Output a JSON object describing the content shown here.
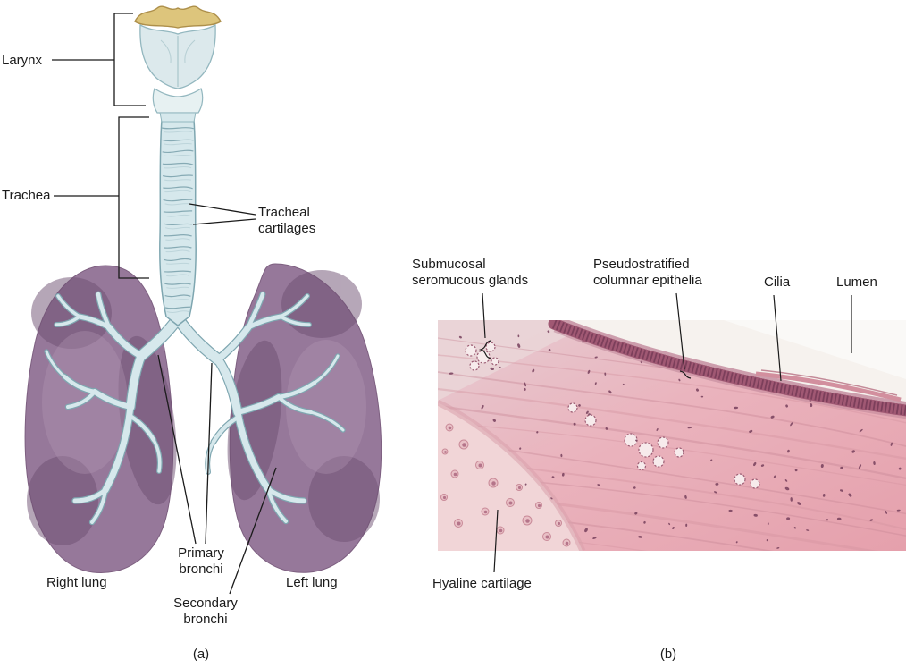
{
  "figure": {
    "panel_a": {
      "caption": "(a)",
      "labels": {
        "larynx": "Larynx",
        "trachea": "Trachea",
        "tracheal_cartilages": "Tracheal cartilages",
        "right_lung": "Right lung",
        "left_lung": "Left lung",
        "primary_bronchi": "Primary bronchi",
        "secondary_bronchi": "Secondary bronchi"
      }
    },
    "panel_b": {
      "caption": "(b)",
      "labels": {
        "submucosal_glands": "Submucosal seromucous glands",
        "pseudostratified": "Pseudostratified columnar epithelia",
        "cilia": "Cilia",
        "lumen": "Lumen",
        "hyaline_cartilage": "Hyaline cartilage"
      }
    },
    "colors": {
      "lung": "#96789a",
      "lung_shadow": "#6e4f72",
      "airway_fill": "#d6e8ec",
      "airway_outline": "#7ea6b0",
      "larynx_yellow": "#ddc57c",
      "micrograph_pink": "#eab3bd",
      "epithelium_purple": "#a05873",
      "lumen_white": "#f6f2ee",
      "label_text": "#1a1a1a"
    }
  }
}
